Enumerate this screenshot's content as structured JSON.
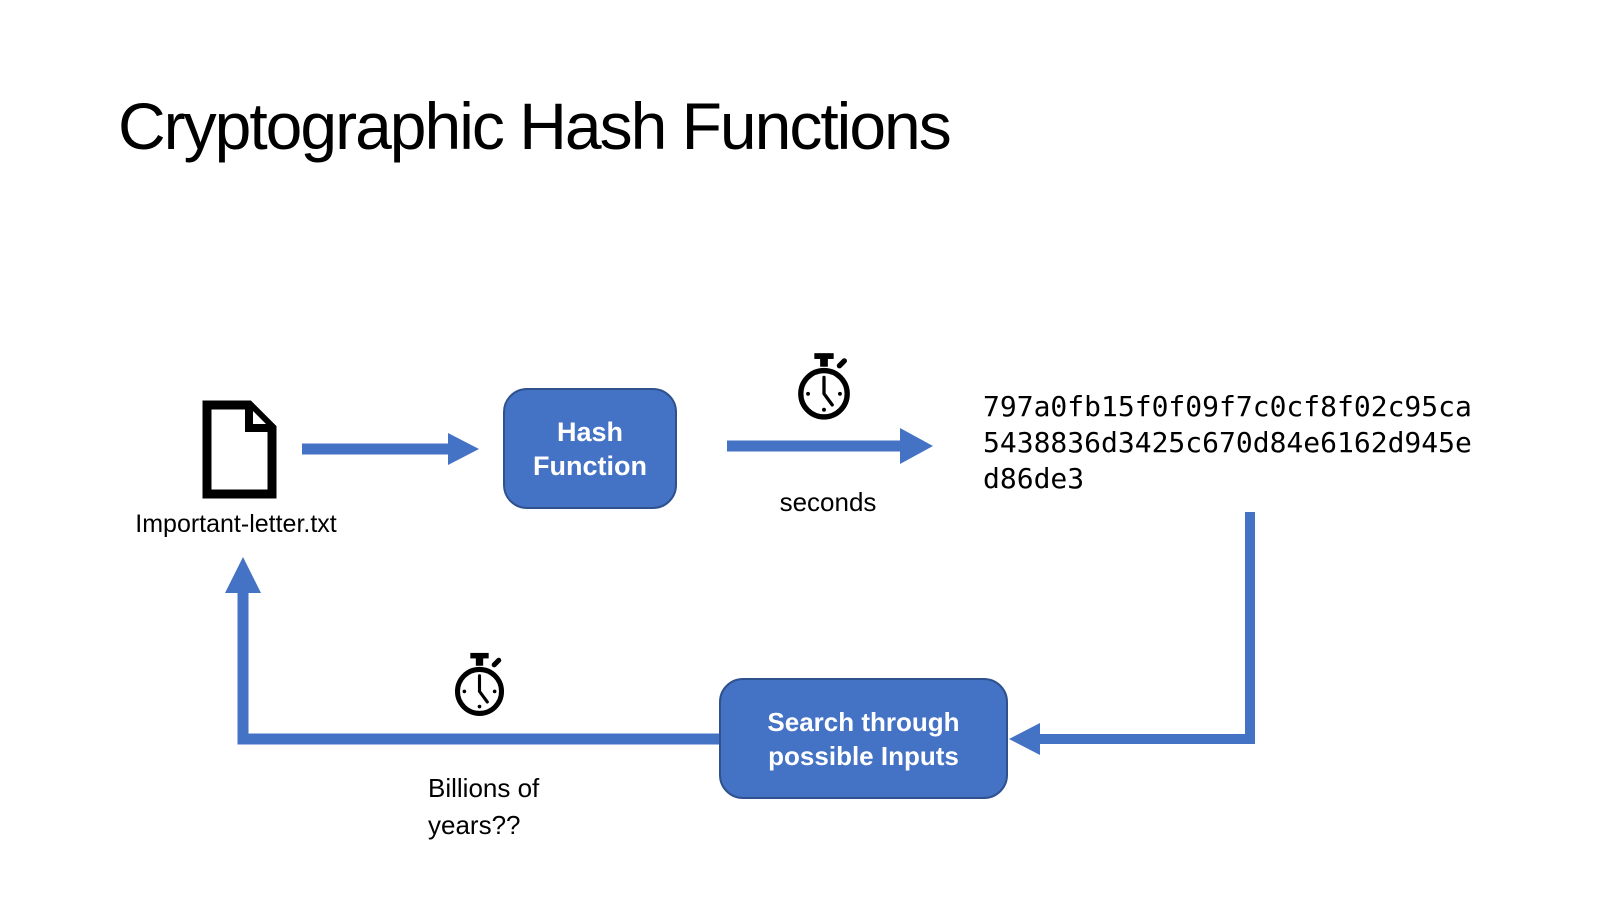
{
  "slide": {
    "title": "Cryptographic Hash Functions"
  },
  "colors": {
    "accent_blue": "#4472C4",
    "border_blue": "#2F528F",
    "text_black": "#000000",
    "box_text_white": "#FFFFFF",
    "background": "#FFFFFF"
  },
  "diagram": {
    "input_file": {
      "icon": "document-icon",
      "label": "Important-letter.txt"
    },
    "hash_function_box": {
      "line1": "Hash",
      "line2": "Function"
    },
    "hashing_time": {
      "icon": "stopwatch-icon",
      "label": "seconds"
    },
    "hash_output": {
      "lines": [
        "797a0fb15f0f09f7c0cf8f02c95ca",
        "5438836d3425c670d84e6162d945e",
        "d86de3"
      ]
    },
    "search_box": {
      "line1": "Search through",
      "line2": "possible Inputs"
    },
    "reversal_time": {
      "icon": "stopwatch-icon",
      "label_line1": "Billions of",
      "label_line2": "years??"
    }
  }
}
